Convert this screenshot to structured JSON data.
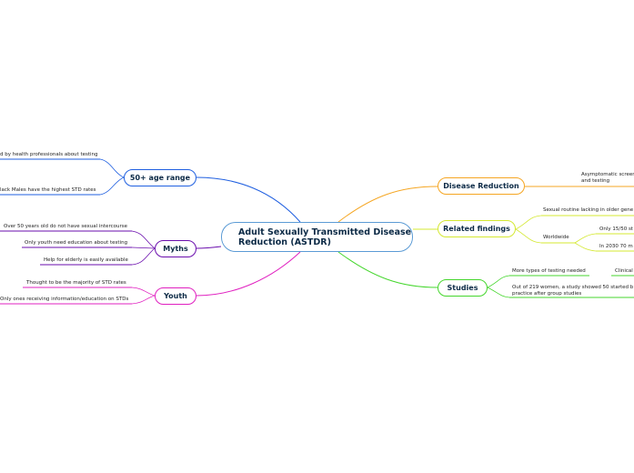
{
  "central": {
    "title": "Adult Sexually Transmitted Disease Reduction (ASTDR)"
  },
  "branches": [
    {
      "label": "50+ age range",
      "color": "#1f5fe0",
      "leaves": [
        {
          "text": "d by health professionals about testing",
          "color": "#1f5fe0"
        },
        {
          "text": "lack Males have the highest STD rates",
          "color": "#1f5fe0"
        }
      ]
    },
    {
      "label": "Myths",
      "color": "#6a0dad",
      "leaves": [
        {
          "text": "Over 50 years old do not have sexual intercourse",
          "color": "#6a0dad"
        },
        {
          "text": "Only youth need education about testing",
          "color": "#6a0dad"
        },
        {
          "text": "Help for elderly is easily available",
          "color": "#6a0dad"
        }
      ]
    },
    {
      "label": "Youth",
      "color": "#e020c0",
      "leaves": [
        {
          "text": "Thought to be the majority of STD rates",
          "color": "#e020c0"
        },
        {
          "text": "Only ones receiving information/education on STDs",
          "color": "#e020c0"
        }
      ]
    },
    {
      "label": "Disease Reduction",
      "color": "#f5a623",
      "leaves": [
        {
          "text": "Asymptomatic screening and testing",
          "color": "#f5a623"
        }
      ]
    },
    {
      "label": "Related findings",
      "color": "#d4e830",
      "leaves": [
        {
          "text": "Sexual routine lacking in older gene",
          "color": "#d4e830"
        },
        {
          "text": "Worldwide",
          "color": "#d4e830"
        },
        {
          "text": "Only 15/50 st",
          "color": "#d4e830"
        },
        {
          "text": "In 2030 70 m",
          "color": "#d4e830"
        }
      ]
    },
    {
      "label": "Studies",
      "color": "#44d62c",
      "leaves": [
        {
          "text": "More types of testing needed",
          "color": "#44d62c"
        },
        {
          "text": "Clinical",
          "color": "#44d62c"
        },
        {
          "text": "Out of 219 women, a study showed 50 started b practice after group studies",
          "color": "#44d62c"
        }
      ]
    }
  ]
}
